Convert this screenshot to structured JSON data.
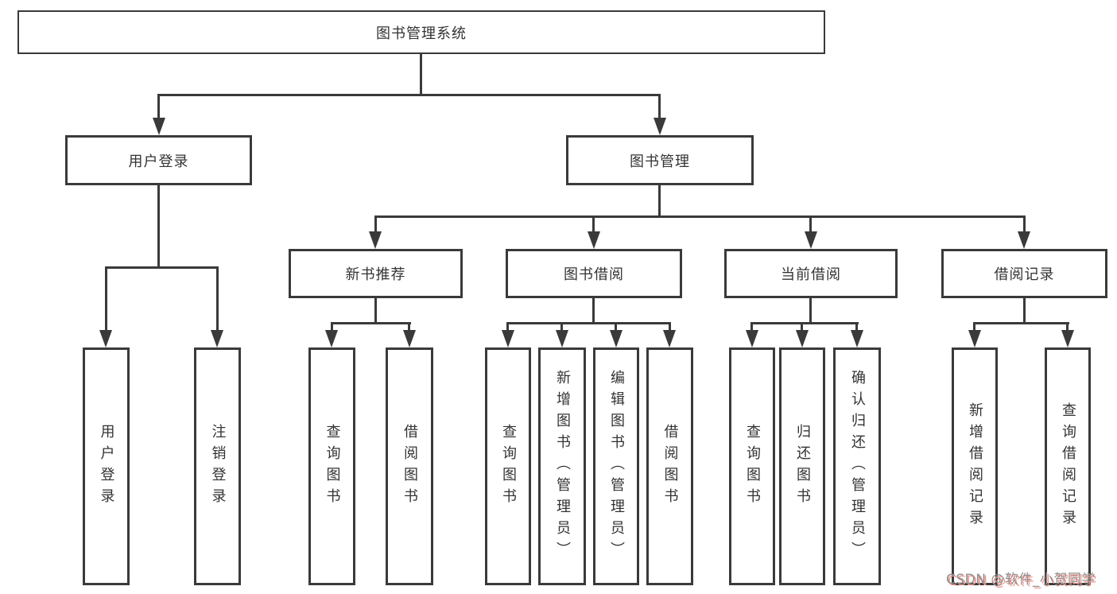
{
  "title": {
    "label": "图书管理系统"
  },
  "level2": [
    {
      "label": "用户登录"
    },
    {
      "label": "图书管理"
    }
  ],
  "level3": [
    {
      "label": "新书推荐"
    },
    {
      "label": "图书借阅"
    },
    {
      "label": "当前借阅"
    },
    {
      "label": "借阅记录"
    }
  ],
  "level4": {
    "user_login": [
      {
        "label": "用户登录"
      },
      {
        "label": "注销登录"
      }
    ],
    "new_book": [
      {
        "label": "查询图书"
      },
      {
        "label": "借阅图书"
      }
    ],
    "book_borrow": [
      {
        "label": "查询图书"
      },
      {
        "label": "新增图书（管理员）"
      },
      {
        "label": "编辑图书（管理员）"
      },
      {
        "label": "借阅图书"
      }
    ],
    "current_borrow": [
      {
        "label": "查询图书"
      },
      {
        "label": "归还图书"
      },
      {
        "label": "确认归还（管理员）"
      }
    ],
    "borrow_records": [
      {
        "label": "新增借阅记录"
      },
      {
        "label": "查询借阅记录"
      }
    ]
  },
  "watermark": {
    "text": "CSDN @软件_小贺同学"
  },
  "colors": {
    "line": "#3a3a3a",
    "text": "#333333",
    "watermark_text": "#8f8f8f",
    "watermark_shadow": "#f0978e",
    "background": "#ffffff"
  }
}
